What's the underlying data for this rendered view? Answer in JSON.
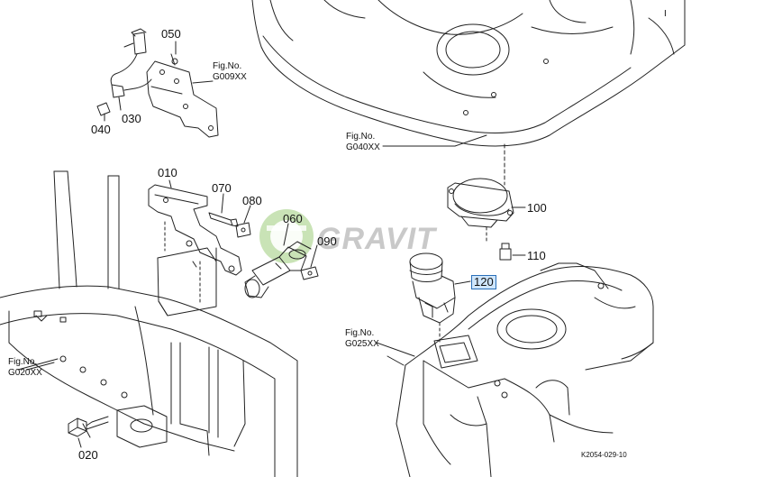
{
  "watermark": "GRAVIT",
  "drawing_code": "K2054-029-10",
  "corner_mark": "I",
  "callouts": {
    "p010": "010",
    "p020": "020",
    "p030": "030",
    "p040": "040",
    "p050": "050",
    "p060": "060",
    "p070": "070",
    "p080": "080",
    "p090": "090",
    "p100": "100",
    "p110": "110",
    "p120": "120"
  },
  "fig_refs": {
    "g009": {
      "title": "Fig.No.",
      "ref": "G009XX"
    },
    "g040": {
      "title": "Fig.No.",
      "ref": "G040XX"
    },
    "g020": {
      "title": "Fig.No.",
      "ref": "G020XX"
    },
    "g025": {
      "title": "Fig.No.",
      "ref": "G025XX"
    }
  },
  "colors": {
    "line": "#222222",
    "highlight_fill": "#cfe6fb",
    "highlight_border": "#2a6fb8",
    "watermark_green": "#9ccc7a",
    "watermark_gray": "#c9c9c9"
  }
}
